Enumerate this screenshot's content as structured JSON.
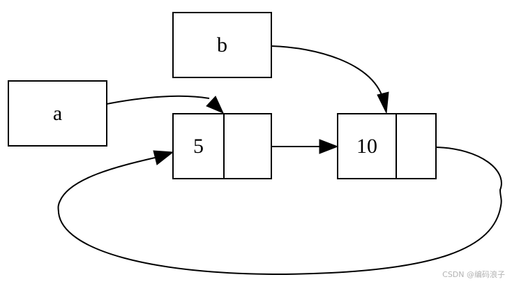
{
  "nodes": {
    "a": {
      "label": "a"
    },
    "b": {
      "label": "b"
    },
    "list_node_1": {
      "value": "5",
      "next": ""
    },
    "list_node_2": {
      "value": "10",
      "next": ""
    }
  },
  "edges": [
    {
      "from": "a",
      "to": "list_node_1"
    },
    {
      "from": "b",
      "to": "list_node_2"
    },
    {
      "from": "list_node_1.next",
      "to": "list_node_2"
    },
    {
      "from": "list_node_2.next",
      "to": "list_node_1"
    }
  ],
  "watermark": "CSDN @编码浪子",
  "colors": {
    "stroke": "#000000",
    "fill": "#ffffff",
    "watermark": "#b3b3b3"
  }
}
